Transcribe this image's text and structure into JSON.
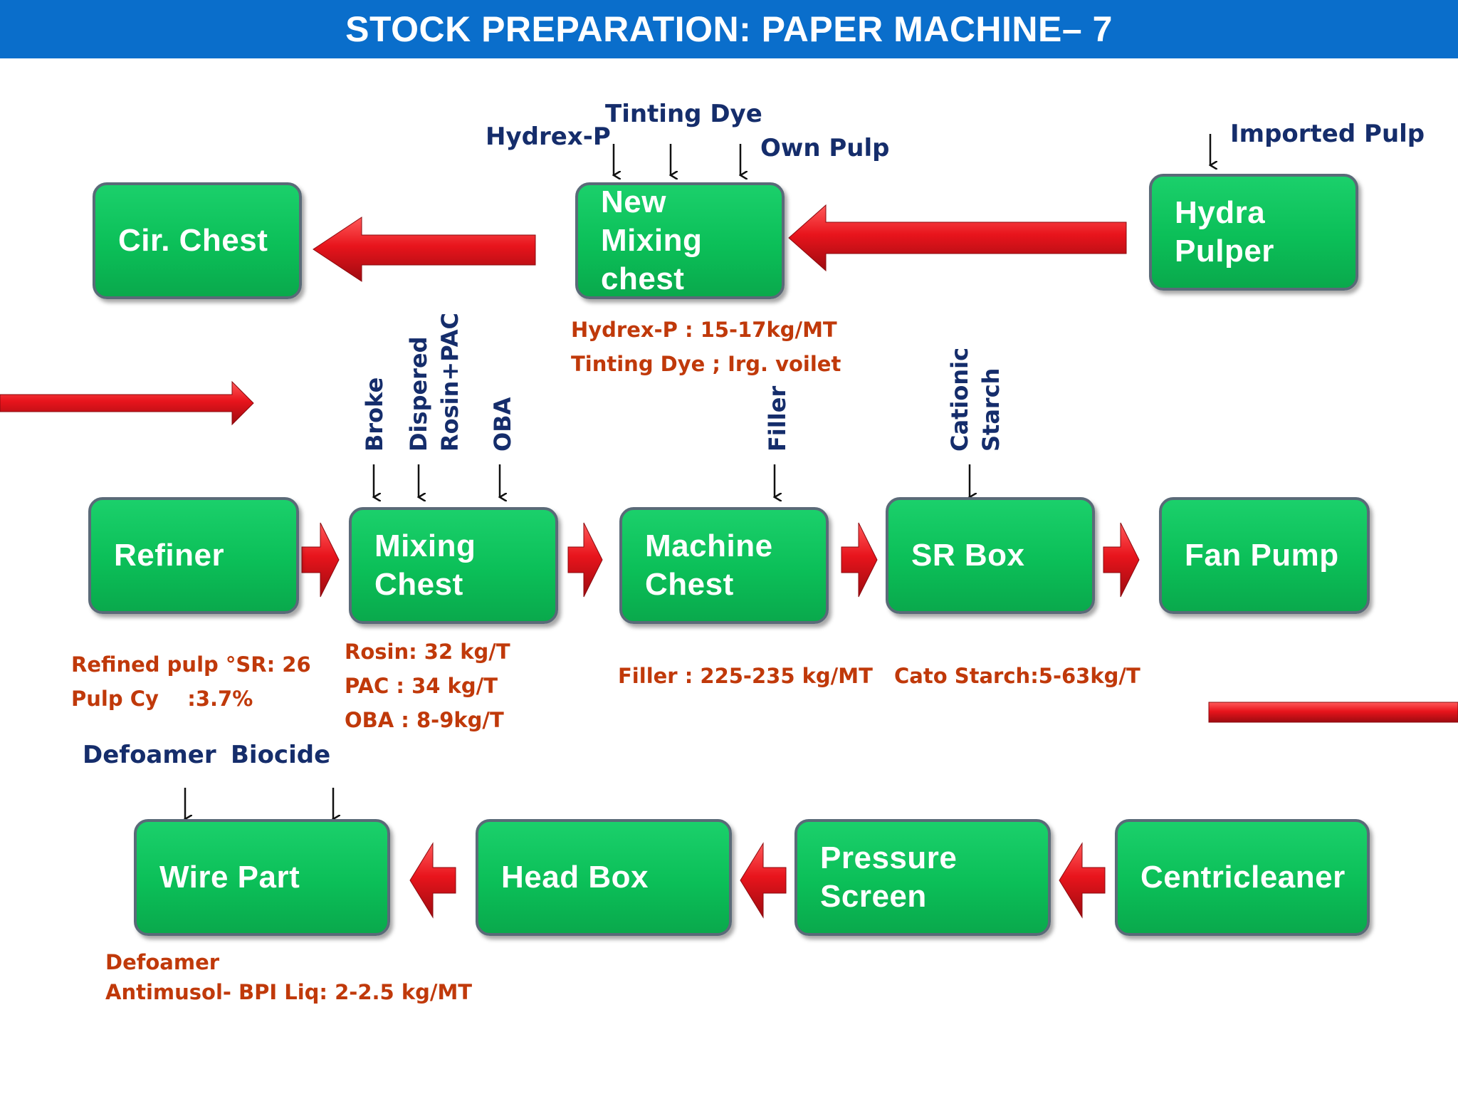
{
  "title": "STOCK PREPARATION: PAPER MACHINE– 7",
  "boxes": {
    "cir_chest": "Cir. Chest",
    "new_mixing_chest": "New\nMixing\nchest",
    "hydra_pulper": "Hydra\nPulper",
    "refiner": "Refiner",
    "mixing_chest": "Mixing\nChest",
    "machine_chest": "Machine\nChest",
    "sr_box": "SR Box",
    "fan_pump": "Fan Pump",
    "wire_part": "Wire Part",
    "head_box": "Head Box",
    "pressure_screen": "Pressure\nScreen",
    "centricleaner": "Centricleaner"
  },
  "inputs": {
    "hydrex_p": "Hydrex-P",
    "tinting_dye": "Tinting Dye",
    "own_pulp": "Own Pulp",
    "imported_pulp": "Imported Pulp",
    "broke": "Broke",
    "dispered_rosin_pac": "Dispered\nRosin+PAC",
    "oba": "OBA",
    "filler": "Filler",
    "cationic_starch": "Cationic\nStarch",
    "defoamer": "Defoamer",
    "biocide": "Biocide"
  },
  "notes": {
    "new_mixing_chest": [
      "Hydrex-P : 15-17kg/MT",
      "Tinting Dye ; Irg. voilet"
    ],
    "refiner": [
      "Refined pulp °SR: 26",
      "Pulp Cy    :3.7%"
    ],
    "mixing_chest": [
      "Rosin: 32 kg/T",
      "PAC : 34 kg/T",
      "OBA : 8-9kg/T"
    ],
    "machine_chest": [
      "Filler : 225-235 kg/MT"
    ],
    "sr_box": [
      "Cato Starch:5-63kg/T"
    ],
    "wire_part": [
      "Defoamer",
      "Antimusol- BPI Liq: 2-2.5 kg/MT"
    ]
  },
  "colors": {
    "banner": "#0a6ecb",
    "box_fill": "#0bbf58",
    "box_border": "#5a6a78",
    "arrow_red": "#e8141c",
    "label_navy": "#152d6b",
    "note_orange": "#c0390a"
  }
}
